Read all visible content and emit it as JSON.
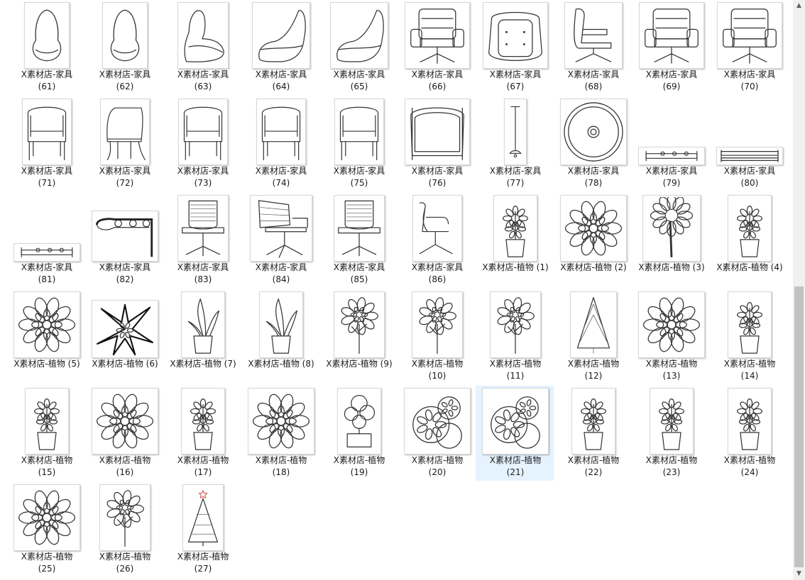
{
  "items": [
    {
      "line1": "X素材店-家具",
      "line2": "(61)",
      "icon": "pod-chair-front-icon"
    },
    {
      "line1": "X素材店-家具",
      "line2": "(62)",
      "icon": "pod-chair-front-icon"
    },
    {
      "line1": "X素材店-家具",
      "line2": "(63)",
      "icon": "pod-chair-angle-icon"
    },
    {
      "line1": "X素材店-家具",
      "line2": "(64)",
      "icon": "pod-chair-side-icon"
    },
    {
      "line1": "X素材店-家具",
      "line2": "(65)",
      "icon": "pod-chair-side-icon"
    },
    {
      "line1": "X素材店-家具",
      "line2": "(66)",
      "icon": "lounge-chair-icon"
    },
    {
      "line1": "X素材店-家具",
      "line2": "(67)",
      "icon": "lounge-chair-top-icon"
    },
    {
      "line1": "X素材店-家具",
      "line2": "(68)",
      "icon": "lounge-chair-side-icon"
    },
    {
      "line1": "X素材店-家具",
      "line2": "(69)",
      "icon": "lounge-chair-icon"
    },
    {
      "line1": "X素材店-家具",
      "line2": "(70)",
      "icon": "lounge-chair-icon"
    },
    {
      "line1": "X素材店-家具",
      "line2": "(71)",
      "icon": "tub-chair-icon"
    },
    {
      "line1": "X素材店-家具",
      "line2": "(72)",
      "icon": "tub-chair-side-icon"
    },
    {
      "line1": "X素材店-家具",
      "line2": "(73)",
      "icon": "tub-chair-icon"
    },
    {
      "line1": "X素材店-家具",
      "line2": "(74)",
      "icon": "tub-chair-icon"
    },
    {
      "line1": "X素材店-家具",
      "line2": "(75)",
      "icon": "tub-chair-icon"
    },
    {
      "line1": "X素材店-家具",
      "line2": "(76)",
      "icon": "tub-chair-top-icon"
    },
    {
      "line1": "X素材店-家具",
      "line2": "(77)",
      "icon": "floor-lamp-icon"
    },
    {
      "line1": "X素材店-家具",
      "line2": "(78)",
      "icon": "round-table-icon"
    },
    {
      "line1": "X素材店-家具",
      "line2": "(79)",
      "icon": "coat-rack-icon"
    },
    {
      "line1": "X素材店-家具",
      "line2": "(80)",
      "icon": "wall-shelf-icon"
    },
    {
      "line1": "X素材店-家具",
      "line2": "(81)",
      "icon": "coat-rack-icon"
    },
    {
      "line1": "X素材店-家具",
      "line2": "(82)",
      "icon": "wall-hook-icon"
    },
    {
      "line1": "X素材店-家具",
      "line2": "(83)",
      "icon": "office-chair-icon"
    },
    {
      "line1": "X素材店-家具",
      "line2": "(84)",
      "icon": "office-chair-angle-icon"
    },
    {
      "line1": "X素材店-家具",
      "line2": "(85)",
      "icon": "office-chair-icon"
    },
    {
      "line1": "X素材店-家具",
      "line2": "(86)",
      "icon": "office-chair-side-icon"
    },
    {
      "line1": "X素材店-植物 (1)",
      "line2": "",
      "icon": "potted-plant-icon"
    },
    {
      "line1": "X素材店-植物 (2)",
      "line2": "",
      "icon": "leafy-plant-top-icon"
    },
    {
      "line1": "X素材店-植物 (3)",
      "line2": "",
      "icon": "palm-tree-icon"
    },
    {
      "line1": "X素材店-植物 (4)",
      "line2": "",
      "icon": "potted-plant-icon"
    },
    {
      "line1": "X素材店-植物 (5)",
      "line2": "",
      "icon": "leafy-plant-top-icon"
    },
    {
      "line1": "X素材店-植物 (6)",
      "line2": "",
      "icon": "spiky-plant-top-icon"
    },
    {
      "line1": "X素材店-植物 (7)",
      "line2": "",
      "icon": "snake-plant-icon"
    },
    {
      "line1": "X素材店-植物 (8)",
      "line2": "",
      "icon": "snake-plant-icon"
    },
    {
      "line1": "X素材店-植物 (9)",
      "line2": "",
      "icon": "tree-icon"
    },
    {
      "line1": "X素材店-植物",
      "line2": "(10)",
      "icon": "tree-icon"
    },
    {
      "line1": "X素材店-植物",
      "line2": "(11)",
      "icon": "tree-icon"
    },
    {
      "line1": "X素材店-植物",
      "line2": "(12)",
      "icon": "pine-tree-icon"
    },
    {
      "line1": "X素材店-植物",
      "line2": "(13)",
      "icon": "leafy-plant-top-icon"
    },
    {
      "line1": "X素材店-植物",
      "line2": "(14)",
      "icon": "potted-plant-icon"
    },
    {
      "line1": "X素材店-植物",
      "line2": "(15)",
      "icon": "potted-plant-icon"
    },
    {
      "line1": "X素材店-植物",
      "line2": "(16)",
      "icon": "leafy-plant-top-icon"
    },
    {
      "line1": "X素材店-植物",
      "line2": "(17)",
      "icon": "potted-plant-icon"
    },
    {
      "line1": "X素材店-植物",
      "line2": "(18)",
      "icon": "leafy-plant-top-icon"
    },
    {
      "line1": "X素材店-植物",
      "line2": "(19)",
      "icon": "topiary-icon"
    },
    {
      "line1": "X素材店-植物",
      "line2": "(20)",
      "icon": "shrub-top-icon"
    },
    {
      "line1": "X素材店-植物",
      "line2": "(21)",
      "icon": "shrub-top-icon"
    },
    {
      "line1": "X素材店-植物",
      "line2": "(22)",
      "icon": "potted-plant-icon"
    },
    {
      "line1": "X素材店-植物",
      "line2": "(23)",
      "icon": "potted-plant-icon"
    },
    {
      "line1": "X素材店-植物",
      "line2": "(24)",
      "icon": "potted-plant-icon"
    },
    {
      "line1": "X素材店-植物",
      "line2": "(25)",
      "icon": "leafy-plant-top-icon"
    },
    {
      "line1": "X素材店-植物",
      "line2": "(26)",
      "icon": "tree-icon"
    },
    {
      "line1": "X素材店-植物",
      "line2": "(27)",
      "icon": "christmas-tree-icon"
    }
  ],
  "selected_index": 46,
  "scrollbar": {
    "up_arrow": "▲",
    "down_arrow": "▼"
  }
}
